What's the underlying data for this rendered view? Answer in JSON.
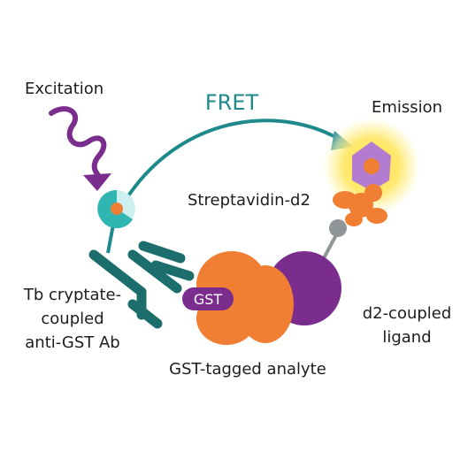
{
  "labels": {
    "excitation": "Excitation",
    "fret": "FRET",
    "emission": "Emission",
    "streptavidin": "Streptavidin-d2",
    "tb_line1": "Tb cryptate-",
    "tb_line2": "coupled",
    "tb_line3": "anti-GST Ab",
    "gst_tag": "GST",
    "d2_line1": "d2-coupled",
    "d2_line2": "ligand",
    "analyte": "GST-tagged analyte"
  },
  "colors": {
    "teal": "#1f8a8c",
    "dark_teal": "#1b6e6b",
    "purple": "#7b2d8e",
    "orange": "#f07f34",
    "lavender": "#b47cd1",
    "yellow": "#ffe23a",
    "gray": "#8e9697",
    "text": "#1d1d1d"
  }
}
